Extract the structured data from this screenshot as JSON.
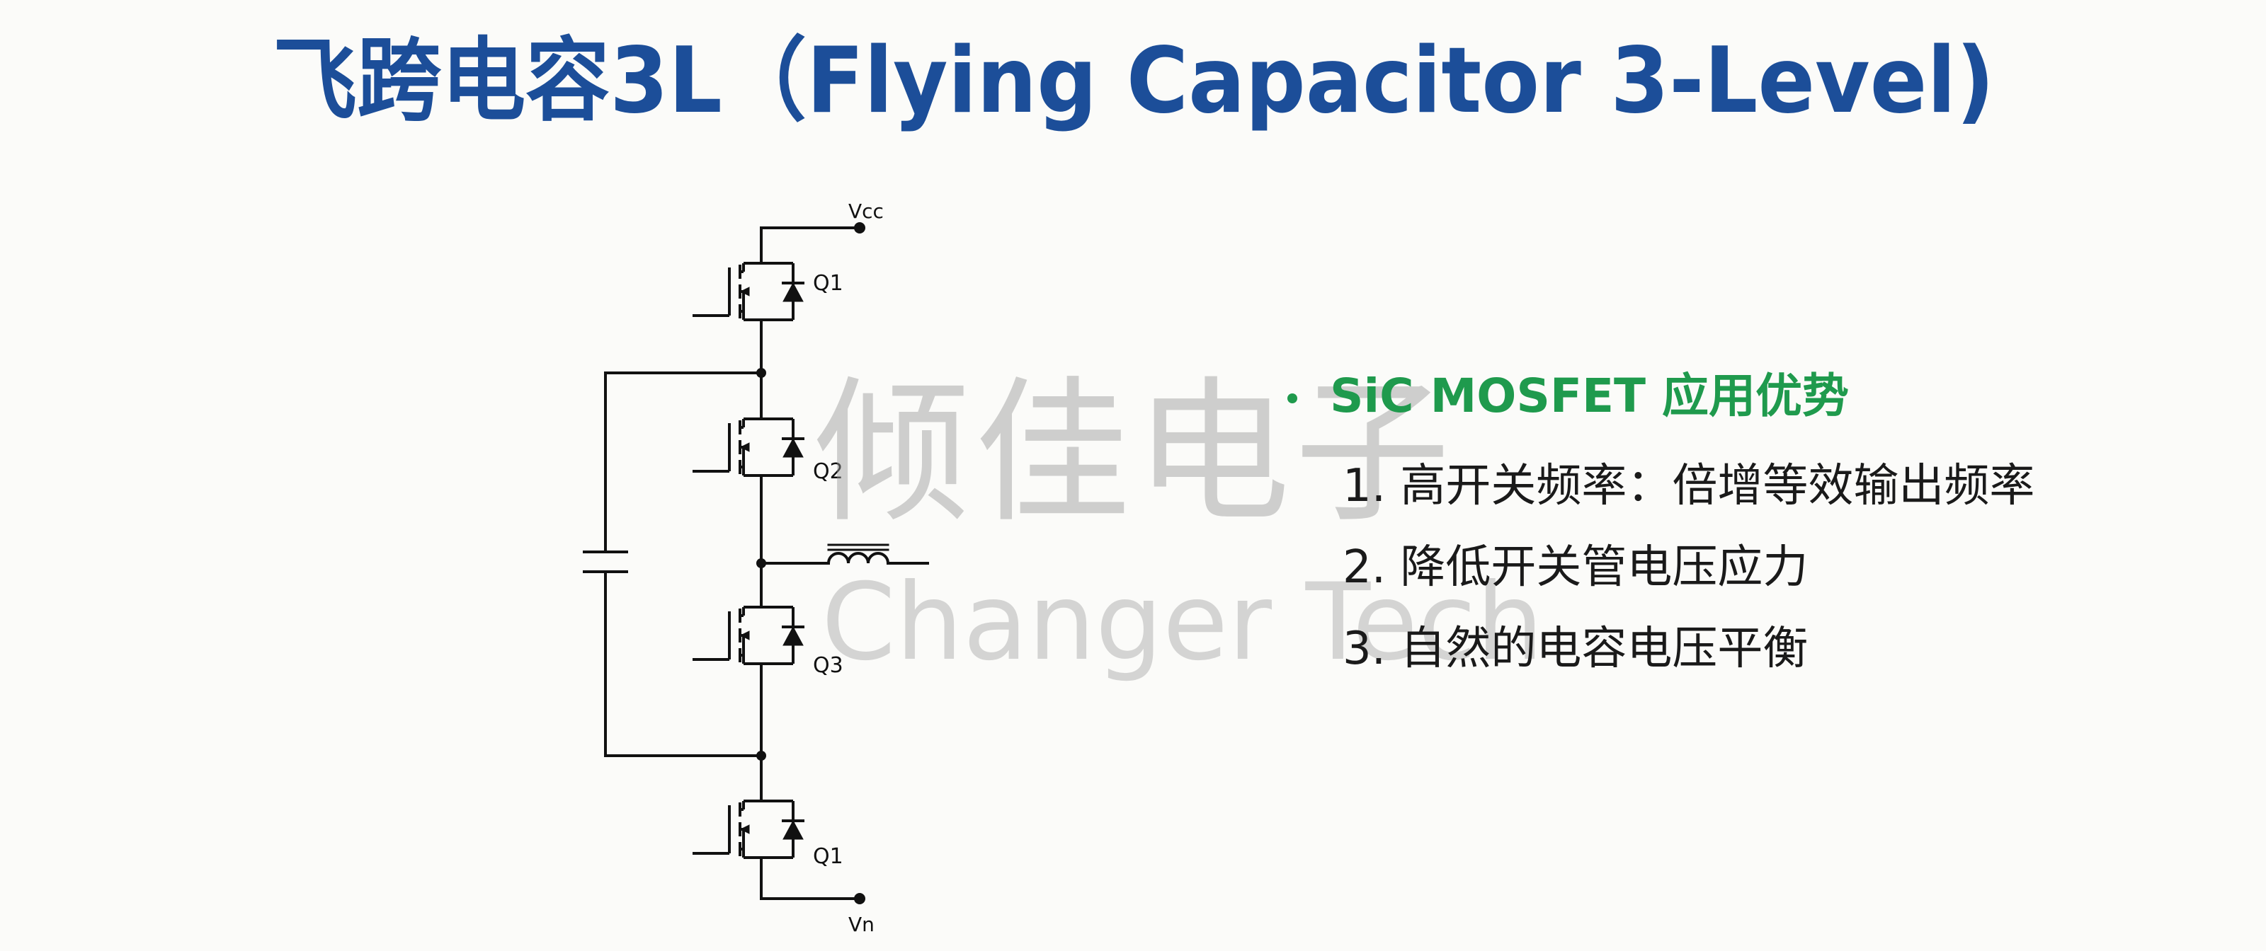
{
  "title": "飞跨电容3L（Flying Capacitor 3-Level)",
  "schematic": {
    "vcc_label": "Vcc",
    "vn_label": "Vn",
    "switches": [
      "Q1",
      "Q2",
      "Q3",
      "Q1"
    ]
  },
  "watermark": {
    "cn": "倾佳电子",
    "en": "Changer Tech"
  },
  "advantages": {
    "heading": "SiC MOSFET 应用优势",
    "items": [
      "1. 高开关频率：倍增等效输出频率",
      "2. 降低开关管电压应力",
      "3. 自然的电容电压平衡"
    ]
  },
  "colors": {
    "title": "#1c4e99",
    "heading": "#1f9a4d",
    "text": "#1a1a1a",
    "wire": "#111111"
  }
}
